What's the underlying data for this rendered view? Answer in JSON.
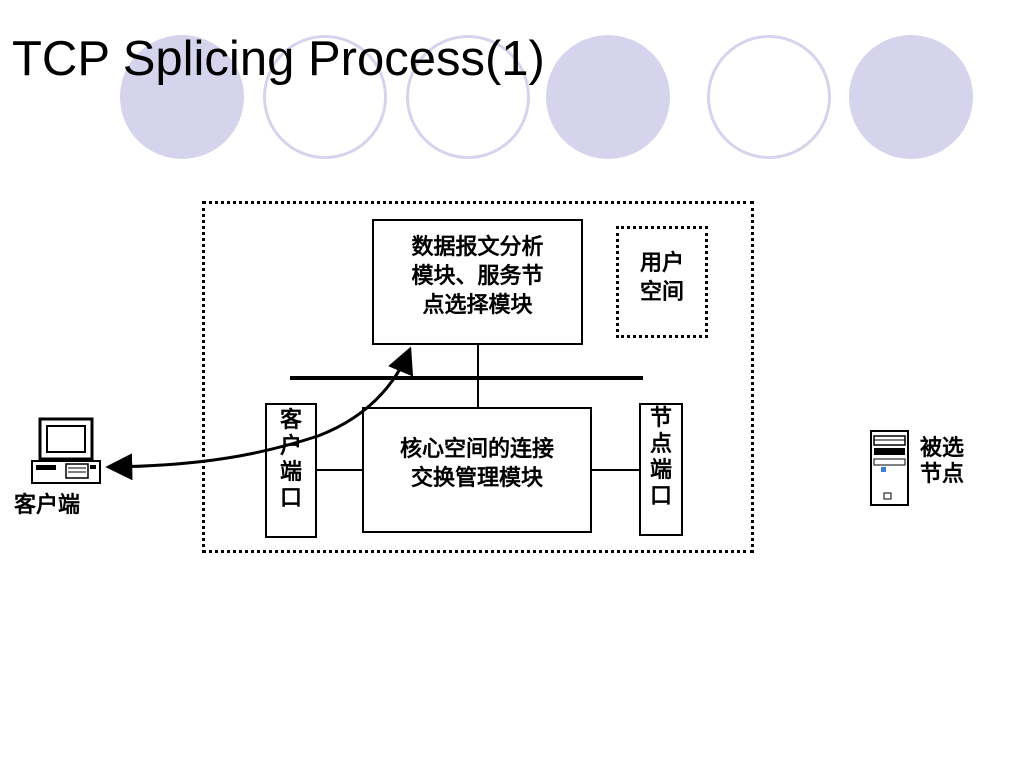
{
  "slide": {
    "title": "TCP Splicing Process(1)"
  },
  "diagram": {
    "analysis_module": "数据报文分析\n模块、服务节\n点选择模块",
    "user_space": "用户\n空间",
    "kernel_module": "核心空间的连接\n交换管理模块",
    "client_port": "客\n户\n端\n口",
    "node_port": "节\n点\n端\n口",
    "client": "客户端",
    "selected_node": "被选\n节点"
  },
  "colors": {
    "circle_fill": "#d5d4ec",
    "line": "#000000"
  }
}
